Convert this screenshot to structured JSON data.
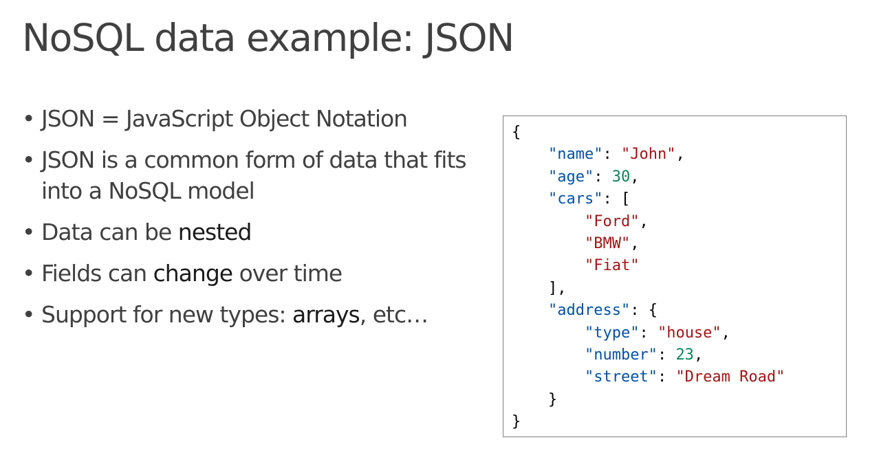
{
  "slide": {
    "title": "NoSQL data example: JSON"
  },
  "bullets": [
    {
      "segments": [
        {
          "text": "JSON = JavaScript Object Notation",
          "emphasis": false
        }
      ]
    },
    {
      "segments": [
        {
          "text": "JSON is a common form of data that fits into a NoSQL model",
          "emphasis": false
        }
      ]
    },
    {
      "segments": [
        {
          "text": "Data can be ",
          "emphasis": false
        },
        {
          "text": "nested",
          "emphasis": true
        }
      ]
    },
    {
      "segments": [
        {
          "text": "Fields can ",
          "emphasis": false
        },
        {
          "text": "change",
          "emphasis": true
        },
        {
          "text": " over time",
          "emphasis": false
        }
      ]
    },
    {
      "segments": [
        {
          "text": "Support for new types: ",
          "emphasis": false
        },
        {
          "text": "arrays",
          "emphasis": true
        },
        {
          "text": ", etc…",
          "emphasis": false
        }
      ]
    }
  ],
  "bullet_symbol": "•",
  "code_colors": {
    "key": "#0451a5",
    "string": "#a31515",
    "number": "#098658",
    "punctuation": "#000000"
  },
  "code_lines": [
    {
      "indent": 0,
      "tokens": [
        {
          "t": "pun",
          "v": "{"
        }
      ]
    },
    {
      "indent": 1,
      "tokens": [
        {
          "t": "key",
          "v": "\"name\""
        },
        {
          "t": "pun",
          "v": ": "
        },
        {
          "t": "str",
          "v": "\"John\""
        },
        {
          "t": "pun",
          "v": ","
        }
      ]
    },
    {
      "indent": 1,
      "tokens": [
        {
          "t": "key",
          "v": "\"age\""
        },
        {
          "t": "pun",
          "v": ": "
        },
        {
          "t": "num",
          "v": "30"
        },
        {
          "t": "pun",
          "v": ","
        }
      ]
    },
    {
      "indent": 1,
      "tokens": [
        {
          "t": "key",
          "v": "\"cars\""
        },
        {
          "t": "pun",
          "v": ": ["
        }
      ]
    },
    {
      "indent": 2,
      "tokens": [
        {
          "t": "str",
          "v": "\"Ford\""
        },
        {
          "t": "pun",
          "v": ","
        }
      ]
    },
    {
      "indent": 2,
      "tokens": [
        {
          "t": "str",
          "v": "\"BMW\""
        },
        {
          "t": "pun",
          "v": ","
        }
      ]
    },
    {
      "indent": 2,
      "tokens": [
        {
          "t": "str",
          "v": "\"Fiat\""
        }
      ]
    },
    {
      "indent": 1,
      "tokens": [
        {
          "t": "pun",
          "v": "],"
        }
      ]
    },
    {
      "indent": 1,
      "tokens": [
        {
          "t": "key",
          "v": "\"address\""
        },
        {
          "t": "pun",
          "v": ": {"
        }
      ]
    },
    {
      "indent": 2,
      "tokens": [
        {
          "t": "key",
          "v": "\"type\""
        },
        {
          "t": "pun",
          "v": ": "
        },
        {
          "t": "str",
          "v": "\"house\""
        },
        {
          "t": "pun",
          "v": ","
        }
      ]
    },
    {
      "indent": 2,
      "tokens": [
        {
          "t": "key",
          "v": "\"number\""
        },
        {
          "t": "pun",
          "v": ": "
        },
        {
          "t": "num",
          "v": "23"
        },
        {
          "t": "pun",
          "v": ","
        }
      ]
    },
    {
      "indent": 2,
      "tokens": [
        {
          "t": "key",
          "v": "\"street\""
        },
        {
          "t": "pun",
          "v": ": "
        },
        {
          "t": "str",
          "v": "\"Dream Road\""
        }
      ]
    },
    {
      "indent": 1,
      "tokens": [
        {
          "t": "pun",
          "v": "}"
        }
      ]
    },
    {
      "indent": 0,
      "tokens": [
        {
          "t": "pun",
          "v": "}"
        }
      ]
    }
  ]
}
